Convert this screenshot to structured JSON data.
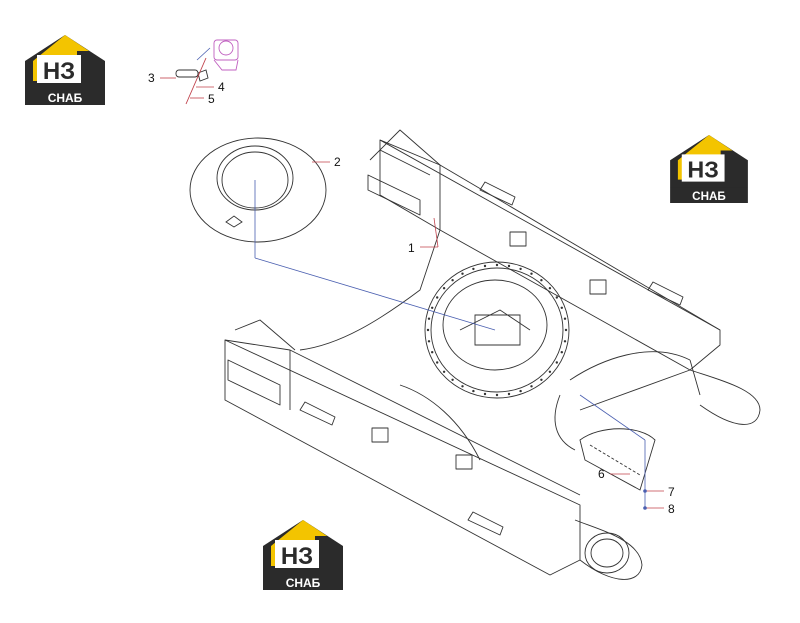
{
  "brand": {
    "logo_top": "НЗ",
    "logo_bottom": "СНАБ",
    "colors": {
      "yellow": "#F3C400",
      "dark": "#2B2B2B",
      "white": "#FFFFFF"
    }
  },
  "callouts": [
    {
      "id": "1",
      "label": "1"
    },
    {
      "id": "2",
      "label": "2"
    },
    {
      "id": "3",
      "label": "3"
    },
    {
      "id": "4",
      "label": "4"
    },
    {
      "id": "5",
      "label": "5"
    },
    {
      "id": "6",
      "label": "6"
    },
    {
      "id": "7",
      "label": "7"
    },
    {
      "id": "8",
      "label": "8"
    }
  ],
  "colors": {
    "line": "#333333",
    "leader_red": "#C0404A",
    "leader_blue": "#4A5FB0",
    "part_magenta": "#C060C0"
  }
}
